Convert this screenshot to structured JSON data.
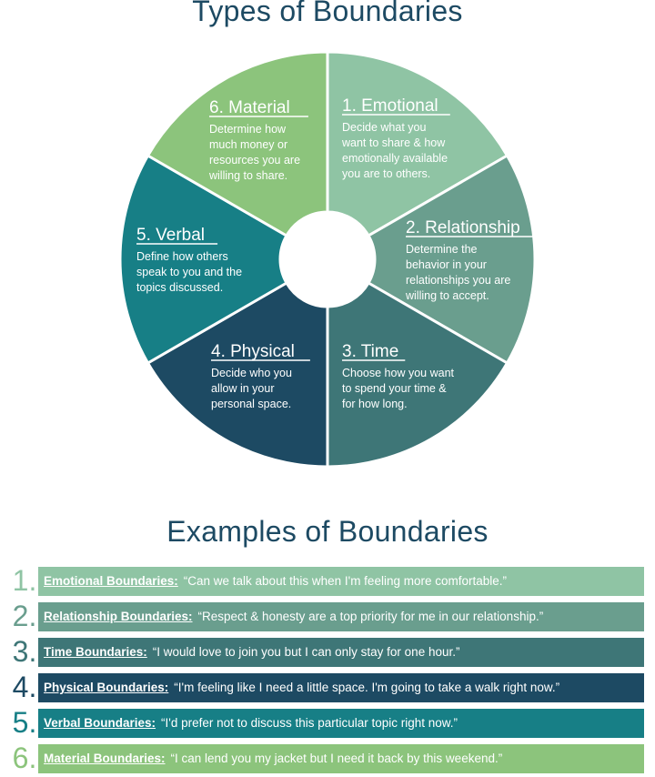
{
  "titles": {
    "types": "Types of Boundaries",
    "examples": "Examples of Boundaries"
  },
  "segments": [
    {
      "title": "1. Emotional",
      "lines": [
        "Decide what you",
        "want to share & how",
        "emotionally available",
        "you are to others."
      ],
      "color": "#8fc4a4"
    },
    {
      "title": "2. Relationship",
      "lines": [
        "Determine the",
        "behavior in your",
        "relationships you are",
        "willing to accept."
      ],
      "color": "#6a9e8e"
    },
    {
      "title": "3. Time",
      "lines": [
        "Choose how you want",
        "to spend your time &",
        "for how long."
      ],
      "color": "#3e7677"
    },
    {
      "title": "4. Physical",
      "lines": [
        "Decide who you",
        "allow in your",
        "personal space."
      ],
      "color": "#1d4a63"
    },
    {
      "title": "5. Verbal",
      "lines": [
        "Define how others",
        "speak to you and the",
        "topics discussed."
      ],
      "color": "#177f86"
    },
    {
      "title": "6. Material",
      "lines": [
        "Determine how",
        "much money or",
        "resources you are",
        "willing to share."
      ],
      "color": "#8cc47c"
    }
  ],
  "examples": [
    {
      "num": "1.",
      "label": "Emotional Boundaries:",
      "quote": "“Can we talk about this when I'm feeling more comfortable.”",
      "color": "#8fc4a4"
    },
    {
      "num": "2.",
      "label": "Relationship Boundaries:",
      "quote": "“Respect & honesty are a top priority for me in our relationship.”",
      "color": "#6a9e8e"
    },
    {
      "num": "3.",
      "label": "Time Boundaries:",
      "quote": "“I would love to join you but I can only stay for one hour.”",
      "color": "#3e7677"
    },
    {
      "num": "4.",
      "label": "Physical Boundaries:",
      "quote": "“I'm feeling like I need a little space. I'm going to take a walk right now.”",
      "color": "#1d4a63"
    },
    {
      "num": "5.",
      "label": "Verbal Boundaries:",
      "quote": "“I'd prefer not to discuss this particular topic right now.”",
      "color": "#177f86"
    },
    {
      "num": "6.",
      "label": "Material Boundaries:",
      "quote": "“I can lend you my jacket but I need it back by this weekend.”",
      "color": "#8cc47c"
    }
  ]
}
